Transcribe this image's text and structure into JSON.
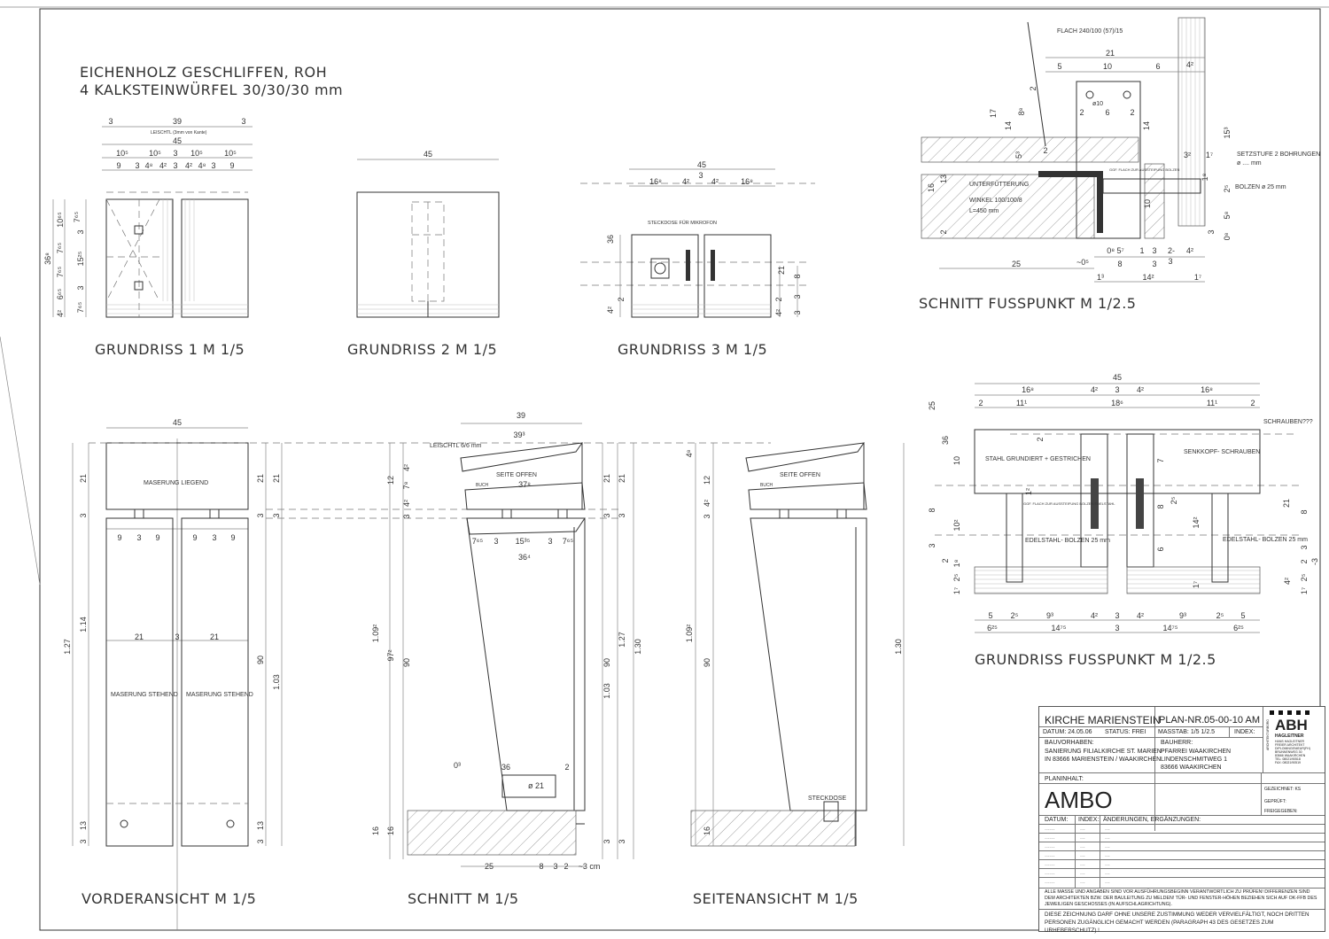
{
  "header_note": [
    "EICHENHOLZ GESCHLIFFEN, ROH",
    "4 KALKSTEINWÜRFEL 30/30/30 mm"
  ],
  "views": {
    "grundriss1": {
      "title": "GRUNDRISS 1    M 1/5",
      "note": "LEISCHTL (3mm von Kante)",
      "dims_top": [
        "3",
        "39",
        "3",
        "45",
        "10⁵",
        "10⁵",
        "3",
        "10⁵",
        "10⁵",
        "9",
        "3",
        "4⁸",
        "4²",
        "3",
        "4²",
        "4⁸",
        "3",
        "9"
      ],
      "dims_left": [
        "36⁸",
        "10⁶⁵",
        "7⁶⁵",
        "3",
        "7⁶⁵",
        "15²⁵",
        "7⁶⁵",
        "6⁶⁵",
        "3",
        "4²",
        "7⁶⁵"
      ]
    },
    "grundriss2": {
      "title": "GRUNDRISS 2    M 1/5",
      "dims": [
        "45"
      ]
    },
    "grundriss3": {
      "title": "GRUNDRISS 3    M 1/5",
      "note": "STECKDOSE FÜR MIKROFON",
      "dims": [
        "45",
        "16⁸",
        "4²",
        "3",
        "4²",
        "16⁸",
        "36",
        "21",
        "8",
        "4²",
        "3",
        "2",
        "4²",
        "3",
        "2"
      ]
    },
    "schnitt_fusspunkt": {
      "title": "SCHNITT FUSSPUNKT M 1/2.5",
      "labels": [
        "FLACH 240/100 (57)/15",
        "ø10",
        "SETZSTUFE 2 BOHRUNGEN",
        "ø .... mm",
        "BOLZEN ø 25 mm",
        "UNTERFÜTTERUNG",
        "WINKEL 100/100/8",
        "L=450 mm",
        "GGF. FLACH ZUR AUSSTEIFUNG BOLZEN"
      ],
      "dims": [
        "21",
        "5",
        "10",
        "6",
        "4²",
        "17",
        "14",
        "8⁸",
        "2",
        "2",
        "6",
        "2",
        "14",
        "15³",
        "5³",
        "2",
        "16",
        "13",
        "10",
        "2",
        "3²",
        "1⁷",
        "1⁸",
        "2⁵",
        "5⁸",
        "3",
        "0⁸",
        "25",
        "~0⁵",
        "0⁸ 5⁷",
        "1",
        "3",
        "2-",
        "4²",
        "8",
        "3",
        "3",
        "1³",
        "14²",
        "1⁷"
      ]
    },
    "grundriss_fusspunkt": {
      "title": "GRUNDRISS  FUSSPUNKT M 1/2.5",
      "labels": [
        "SCHRAUBEN???",
        "STAHL GRUNDIERT + GESTRICHEN",
        "SENKKOPF- SCHRAUBEN",
        "EDELSTAHL- BOLZEN 25 mm",
        "EDELSTAHL- BOLZEN 25 mm",
        "GGF. FLACH ZUR AUSSTEIFUNG BOLZEN EDELSTAHL"
      ],
      "dims_top": [
        "45",
        "16⁸",
        "4²",
        "3",
        "4²",
        "16⁸",
        "2",
        "11¹",
        "18⁶",
        "11¹",
        "2"
      ],
      "dims_bottom": [
        "5",
        "2⁵",
        "9³",
        "4²",
        "3",
        "4²",
        "9³",
        "2⁵",
        "5",
        "6²⁵",
        "14⁷⁵",
        "3",
        "14⁷⁵",
        "6²⁵"
      ],
      "dims_side": [
        "25",
        "36",
        "10",
        "8",
        "10²",
        "3",
        "2",
        "1⁸",
        "2⁵",
        "1⁷",
        "2",
        "1²",
        "7",
        "8",
        "2⁵",
        "6",
        "14²",
        "1⁷",
        "21",
        "8",
        "3",
        "2",
        "2⁵",
        "1⁷",
        "4²",
        "-3"
      ]
    },
    "vorderansicht": {
      "title": "VORDERANSICHT    M 1/5",
      "labels": [
        "MASERUNG LIEGEND",
        "MASERUNG STEHEND",
        "MASERUNG STEHEND"
      ],
      "dims": [
        "45",
        "9",
        "3",
        "9",
        "9",
        "3",
        "9",
        "21",
        "3",
        "21",
        "1.27",
        "1.14",
        "21",
        "3",
        "90",
        "13",
        "3",
        "21",
        "21",
        "3",
        "3",
        "1.03",
        "13",
        "3"
      ]
    },
    "schnitt": {
      "title": "SCHNITT     M 1/5",
      "labels": [
        "LEISCHTL 6/6 mm",
        "SEITE OFFEN",
        "BUCH"
      ],
      "dims": [
        "39",
        "39³",
        "37⁸",
        "7⁶⁵",
        "3",
        "15³⁵",
        "3",
        "7⁶⁵",
        "36⁴",
        "12",
        "4²",
        "7⁸",
        "4²",
        "3",
        "1.09²",
        "97²",
        "90",
        "16",
        "16",
        "0³",
        "36",
        "2",
        "ø 21",
        "21",
        "21",
        "3",
        "3",
        "90",
        "1.27",
        "1.03",
        "1.30",
        "3",
        "3",
        "25",
        "8",
        "3",
        "2",
        "~3 cm"
      ]
    },
    "seitenansicht": {
      "title": "SEITENANSICHT    M 1/5",
      "labels": [
        "SEITE OFFEN",
        "BUCH",
        "STECKDOSE"
      ],
      "dims": [
        "4⁸",
        "12",
        "4²",
        "3",
        "1.09²",
        "90",
        "16",
        "1.30"
      ]
    }
  },
  "title_block": {
    "project": "KIRCHE MARIENSTEIN",
    "plan_nr_label": "PLAN-NR.:",
    "plan_nr": "05-00-10 AM",
    "datum": "DATUM: 24.05.06",
    "status": "STATUS:  FREI",
    "masstab": "MASSTAB: 1/5  1/2.5",
    "index": "INDEX:",
    "bauvorhaben_label": "BAUVORHABEN:",
    "bauvorhaben": [
      "SANIERUNG FILIALKIRCHE ST. MARIEN",
      "IN 83666 MARIENSTEIN / WAAKIRCHEN"
    ],
    "bauherr_label": "BAUHERR:",
    "bauherr": [
      "PFARREI WAAKIRCHEN",
      "LINDENSCHMITWEG 1",
      "83666 WAAKIRCHEN"
    ],
    "logo": {
      "name": "ABH",
      "side": "ARCHITEKTURBÜRO",
      "lines": [
        "HAGLEITNER",
        "HANS HAGLEITNER",
        "FREIER ARCHITEKT",
        "DIPLOMINGENIEUR(FH)",
        "BRUNNENWEG 30",
        "83666 WAAKIRCHEN",
        "TEL: 08021/90518",
        "FAX: 08021/90519"
      ]
    },
    "planinhalt_label": "PLANINHALT:",
    "planinhalt": "AMBO",
    "gezeichnet": "GEZEICHNET:    KS",
    "geprueft": "GEPRÜFT:",
    "freigegeben": "FREIGEGEBEN:",
    "changes_header": [
      "DATUM:",
      "INDEX:",
      "ÄNDERUNGEN, ERGÄNZUNGEN:"
    ],
    "changes_rows": [
      [
        "......",
        "...",
        "..."
      ],
      [
        "......",
        "...",
        "..."
      ],
      [
        "......",
        "...",
        "..."
      ],
      [
        "......",
        "...",
        "..."
      ],
      [
        "......",
        "...",
        "..."
      ],
      [
        "......",
        "...",
        "..."
      ],
      [
        "......",
        "...",
        "..."
      ]
    ],
    "disclaimer": "ALLE MASSE UND ANGABEN SIND VOR AUSFÜHRUNGSBEGINN VERANTWORTLICH ZU PRÜFEN! DIFFERENZEN SIND DEM ARCHITEKTEN BZW. DER BAULEITUNG ZU MELDEN! TÜR- UND FENSTER-HÖHEN BEZIEHEN SICH AUF OK-FFB DES JEWEILIGEN GESCHOSSES (IN AUFSCHLAGRICHTUNG).",
    "copyright": "DIESE ZEICHNUNG DARF OHNE UNSERE ZUSTIMMUNG WEDER VERVIELFÄLTIGT, NOCH DRITTEN PERSONEN ZUGÄNGLICH GEMACHT WERDEN (PARAGRAPH 43 DES GESETZES ZUM URHEBERSCHUTZ) !"
  }
}
